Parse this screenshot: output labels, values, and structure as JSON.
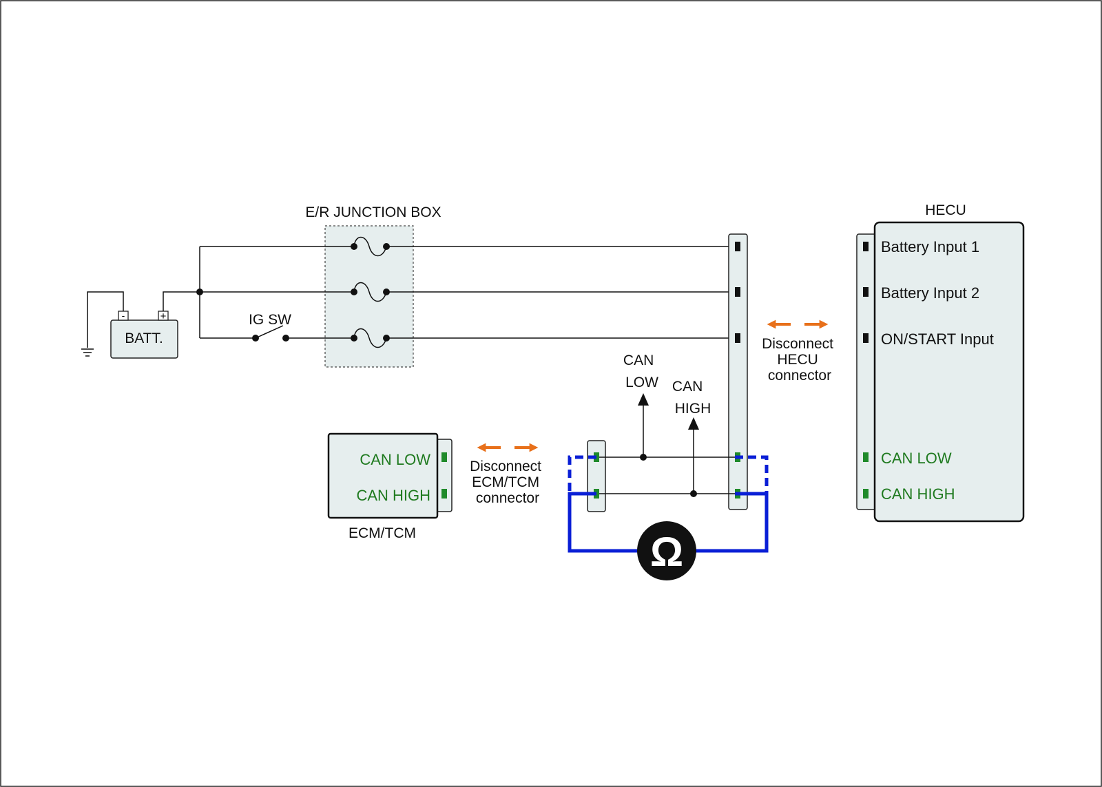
{
  "colors": {
    "line": "#111111",
    "panel": "#e6eeee",
    "can": "#1f7a1f",
    "ohm_wire": "#0a1fd6",
    "arrow": "#e8701a"
  },
  "battery": {
    "label": "BATT.",
    "neg": "-",
    "pos": "+"
  },
  "ground_icon": "ground-icon",
  "ignition_switch": {
    "label": "IG SW"
  },
  "junction_box": {
    "label": "E/R JUNCTION BOX",
    "fuse_icon": "fuse-icon"
  },
  "hecu": {
    "title": "HECU",
    "pins": [
      "Battery Input 1",
      "Battery Input 2",
      "ON/START Input",
      "CAN LOW",
      "CAN HIGH"
    ],
    "disconnect_note": [
      "Disconnect",
      "HECU",
      "connector"
    ]
  },
  "ecm_tcm": {
    "title": "ECM/TCM",
    "pins": [
      "CAN LOW",
      "CAN HIGH"
    ],
    "disconnect_note": [
      "Disconnect",
      "ECM/TCM",
      "connector"
    ]
  },
  "can_bus": {
    "low_label": [
      "CAN",
      "LOW"
    ],
    "high_label": [
      "CAN",
      "HIGH"
    ]
  },
  "ohmmeter": {
    "symbol": "Ω",
    "icon": "ohmmeter-icon"
  }
}
